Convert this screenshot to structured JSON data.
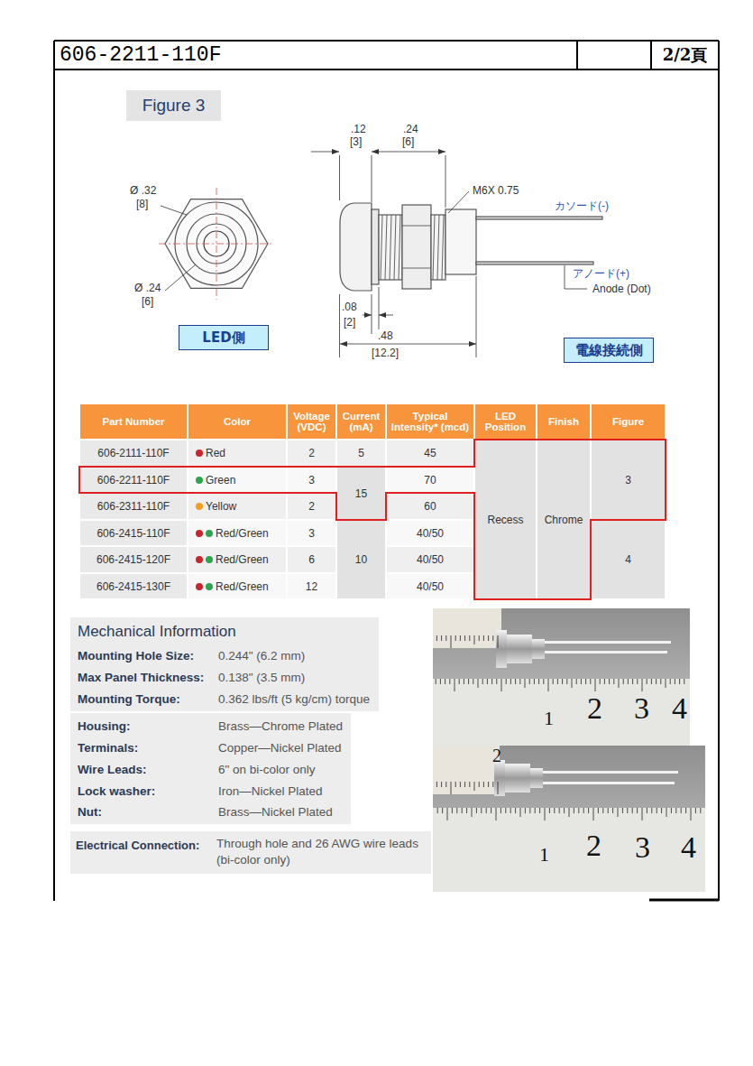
{
  "diagram": {
    "nodes": [
      {
        "text": [
          "606-2211-110F"
        ]
      },
      {
        "text": [
          "2/2頁"
        ]
      },
      {
        "text": [
          "Figure 3"
        ]
      },
      {
        "text": [
          "LED側"
        ]
      },
      {
        "text": [
          "電線接続側"
        ]
      },
      {
        "text": [
          "Mechanical Information",
          "Mounting Hole Size:",
          "0.244\" (6.2 mm)",
          "Max Panel Thickness:",
          "0.138\" (3.5 mm)",
          "Mounting Torque:",
          "0.362 lbs/ft (5 kg/cm) torque"
        ]
      },
      {
        "text": [
          "Housing:",
          "Brass—Chrome Plated",
          "Terminals:",
          "Copper—Nickel Plated",
          "Wire Leads:",
          "6\" on bi-color only",
          "Lock washer:",
          "Iron—Nickel Plated",
          "Nut:",
          "Brass—Nickel Plated"
        ]
      },
      {
        "text": [
          "Electrical Connection:",
          "Through hole and 26 AWG wire leads (bi-color only)"
        ]
      }
    ],
    "labels": [
      ".12",
      "[3]",
      ".24",
      "[6]",
      "M6X 0.75",
      "カソード(-)",
      "アノード(+)",
      "Anode (Dot)",
      "Ø .32",
      "[8]",
      "Ø .24",
      "[6]",
      ".08",
      "[2]",
      ".48",
      "[12.2]",
      "Part Number",
      "Color",
      "Voltage (VDC)",
      "Current (mA)",
      "Typical Intensity* (mcd)",
      "LED Position",
      "Finish",
      "Figure",
      "606-2111-110F",
      "Red",
      "2",
      "5",
      "45",
      "Recess",
      "Chrome",
      "3",
      "606-2211-110F",
      "Green",
      "3",
      "15",
      "70",
      "606-2311-110F",
      "Yellow",
      "2",
      "60",
      "606-2415-110F",
      "Red/Green",
      "3",
      "10",
      "40/50",
      "4",
      "606-2415-120F",
      "Red/Green",
      "6",
      "40/50",
      "606-2415-130F",
      "Red/Green",
      "12",
      "40/50",
      "1",
      "2",
      "3",
      "4",
      "2",
      "1",
      "2",
      "3",
      "4"
    ]
  }
}
